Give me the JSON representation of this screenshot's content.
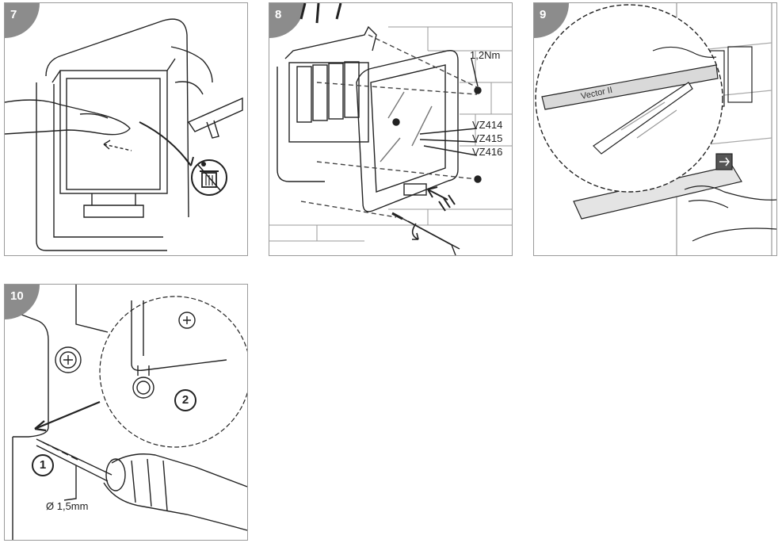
{
  "steps": [
    {
      "number": "7"
    },
    {
      "number": "8",
      "labels": {
        "torque": "1,2Nm",
        "model_1": "VZ414",
        "model_2": "VZ415",
        "model_3": "VZ416"
      }
    },
    {
      "number": "9",
      "label_strip_text": "Vector II"
    },
    {
      "number": "10",
      "callout_1": "1",
      "callout_2": "2",
      "drill_size": "Ø 1,5mm"
    }
  ],
  "colors": {
    "line": "#222222",
    "badge": "#8c8c8c",
    "frame": "#9a9a9a",
    "shade": "#d9d9d9"
  },
  "icons": [
    "trash-bin-icon",
    "screwdriver-icon",
    "hand-icon",
    "drill-icon",
    "arrow-icon"
  ]
}
